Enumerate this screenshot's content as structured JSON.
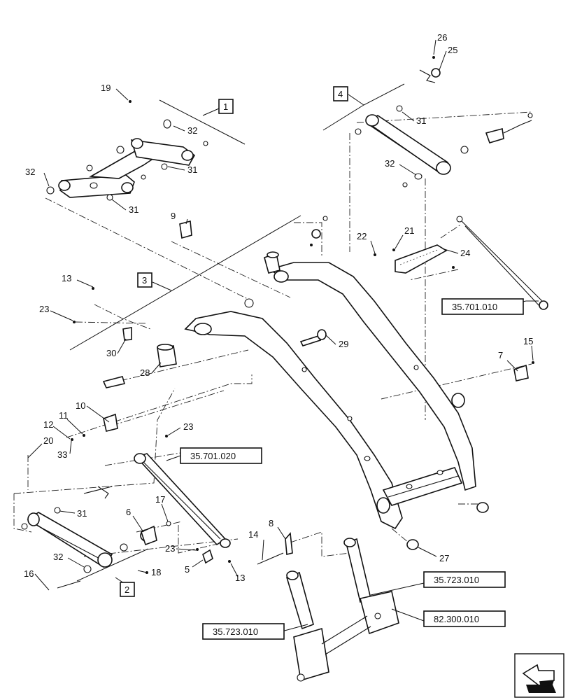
{
  "callouts": {
    "c1": "1",
    "c2": "2",
    "c3": "3",
    "c4": "4",
    "c5": "5",
    "c6": "6",
    "c7": "7",
    "c8": "8",
    "c9": "9",
    "c10": "10",
    "c11": "11",
    "c12": "12",
    "c13a": "13",
    "c13b": "13",
    "c14": "14",
    "c15": "15",
    "c16": "16",
    "c17": "17",
    "c18": "18",
    "c19": "19",
    "c20": "20",
    "c21": "21",
    "c22": "22",
    "c23a": "23",
    "c23b": "23",
    "c23c": "23",
    "c24": "24",
    "c25": "25",
    "c26": "26",
    "c27": "27",
    "c28": "28",
    "c29": "29",
    "c30": "30",
    "c31a": "31",
    "c31b": "31",
    "c31c": "31",
    "c31d": "31",
    "c32a": "32",
    "c32b": "32",
    "c32c": "32",
    "c32d": "32",
    "c33": "33"
  },
  "refs": {
    "r1": "35.701.010",
    "r2": "35.701.020",
    "r3": "35.723.010",
    "r4": "35.723.010",
    "r5": "82.300.010"
  },
  "icons": {
    "nav": "direction-arrow-icon"
  }
}
